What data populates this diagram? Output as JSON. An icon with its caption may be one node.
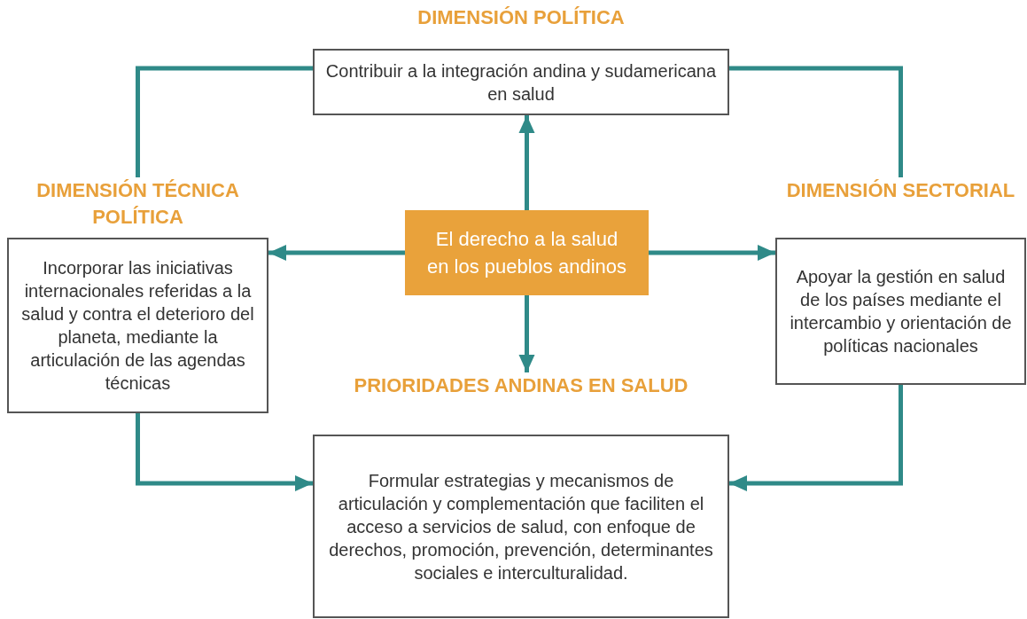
{
  "diagram": {
    "nodes": [
      {
        "text": [
          "DIMENSIÓN POLÍTICA",
          "Contribuir a la integración andina y sudamericana en salud"
        ]
      },
      {
        "text": [
          "DIMENSIÓN TÉCNICA POLÍTICA",
          "Incorporar las iniciativas internacionales referidas a la salud y contra el deterioro del planeta, mediante la articulación de las agendas técnicas"
        ]
      },
      {
        "text": [
          "El derecho a la salud en los pueblos andinos"
        ]
      },
      {
        "text": [
          "DIMENSIÓN SECTORIAL",
          "Apoyar la gestión en salud de los países mediante el intercambio y orientación de políticas nacionales"
        ]
      },
      {
        "text": [
          "PRIORIDADES ANDINAS EN SALUD",
          "Formular estrategias y mecanismos de articulación y complementación que faciliten el acceso a servicios de salud, con enfoque de derechos, promoción, prevención, determinantes sociales e interculturalidad."
        ]
      }
    ],
    "edges": [
      {
        "from": 2,
        "to": 0,
        "arrow": "to"
      },
      {
        "from": 2,
        "to": 1,
        "arrow": "to"
      },
      {
        "from": 2,
        "to": 3,
        "arrow": "to"
      },
      {
        "from": 2,
        "to": 4,
        "arrow": "to"
      },
      {
        "from": 1,
        "to": 0,
        "arrow": "none"
      },
      {
        "from": 0,
        "to": 3,
        "arrow": "none"
      },
      {
        "from": 1,
        "to": 4,
        "arrow": "to"
      },
      {
        "from": 3,
        "to": 4,
        "arrow": "to"
      }
    ]
  }
}
